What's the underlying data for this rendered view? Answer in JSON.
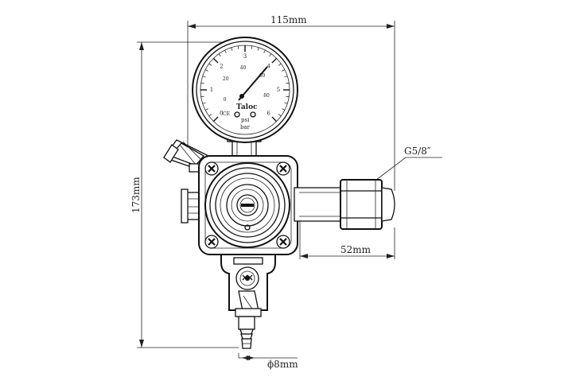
{
  "dimensions": {
    "width_label": "115mm",
    "height_label": "173mm",
    "outlet_length_label": "52mm",
    "thread_label": "G5/8″",
    "hose_diameter_label": "ϕ8mm"
  },
  "gauge": {
    "brand": "Taloc",
    "unit_inner": "psi",
    "unit_outer": "bar",
    "mark_ce": "CE",
    "outer_scale": [
      "0",
      "1",
      "2",
      "3",
      "4",
      "5",
      "6"
    ],
    "inner_scale": [
      "0",
      "20",
      "40",
      "60",
      "80"
    ]
  }
}
